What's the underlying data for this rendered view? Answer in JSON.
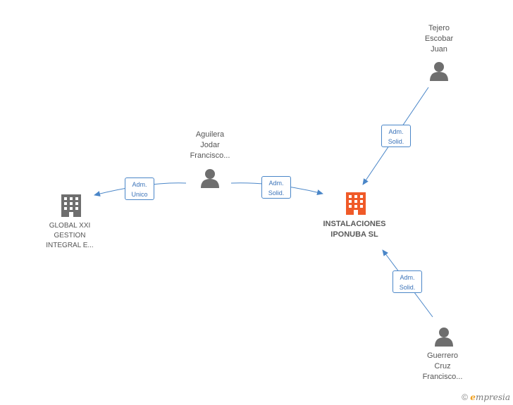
{
  "nodes": {
    "tejero": {
      "lines": [
        "Tejero",
        "Escobar",
        "Juan"
      ]
    },
    "aguilera": {
      "lines": [
        "Aguilera",
        "Jodar",
        "Francisco..."
      ]
    },
    "guerrero": {
      "lines": [
        "Guerrero",
        "Cruz",
        "Francisco..."
      ]
    },
    "global": {
      "lines": [
        "GLOBAL XXI",
        "GESTION",
        "INTEGRAL E..."
      ]
    },
    "instalaciones": {
      "lines": [
        "INSTALACIONES",
        "IPONUBA SL"
      ]
    }
  },
  "edges": {
    "aguilera_global": {
      "line1": "Adm.",
      "line2": "Unico"
    },
    "aguilera_instal": {
      "line1": "Adm.",
      "line2": "Solid."
    },
    "tejero_instal": {
      "line1": "Adm.",
      "line2": "Solid."
    },
    "guerrero_instal": {
      "line1": "Adm.",
      "line2": "Solid."
    }
  },
  "colors": {
    "edge": "#4a86c8",
    "person": "#6e6e6e",
    "company": "#6e6e6e",
    "focus_company": "#f05a28"
  },
  "footer": {
    "copyright": "©",
    "brand_initial": "e",
    "brand_rest": "mpresia"
  }
}
